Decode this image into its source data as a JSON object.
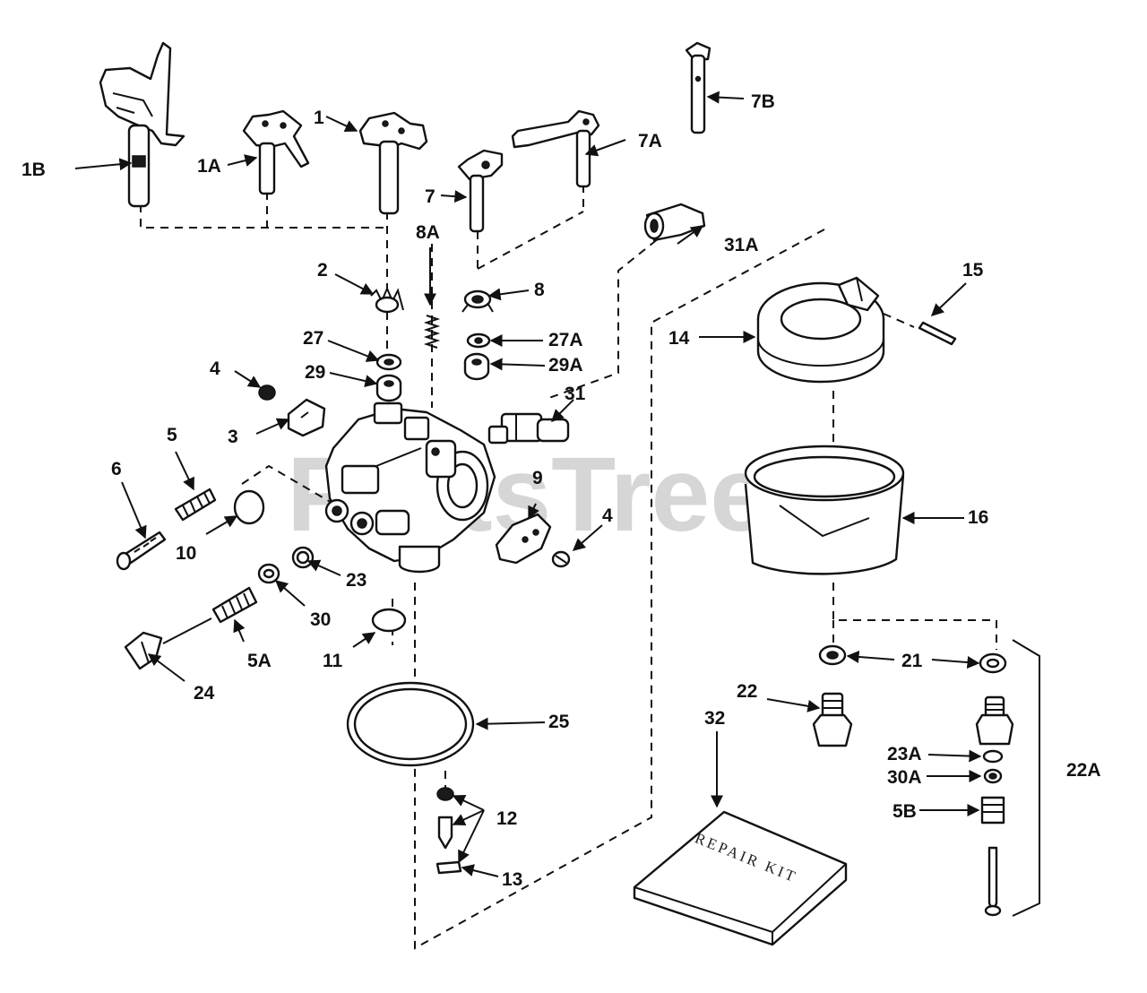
{
  "watermark": {
    "text": "PartsTree",
    "trademark": "™"
  },
  "kit_text": "REPAIR KIT",
  "labels": {
    "p1": "1",
    "p1A": "1A",
    "p1B": "1B",
    "p2": "2",
    "p3": "3",
    "p4a": "4",
    "p4b": "4",
    "p5": "5",
    "p5A": "5A",
    "p5B": "5B",
    "p6": "6",
    "p7": "7",
    "p7A": "7A",
    "p7B": "7B",
    "p8": "8",
    "p8A": "8A",
    "p9": "9",
    "p10": "10",
    "p11": "11",
    "p12": "12",
    "p13": "13",
    "p14": "14",
    "p15": "15",
    "p16": "16",
    "p21": "21",
    "p22": "22",
    "p22A": "22A",
    "p23": "23",
    "p23A": "23A",
    "p24": "24",
    "p25": "25",
    "p27": "27",
    "p27A": "27A",
    "p29": "29",
    "p29A": "29A",
    "p30": "30",
    "p30A": "30A",
    "p31": "31",
    "p31A": "31A",
    "p32": "32"
  },
  "colors": {
    "ink": "#111111",
    "watermark": "#c9c9c9",
    "background": "#ffffff"
  }
}
